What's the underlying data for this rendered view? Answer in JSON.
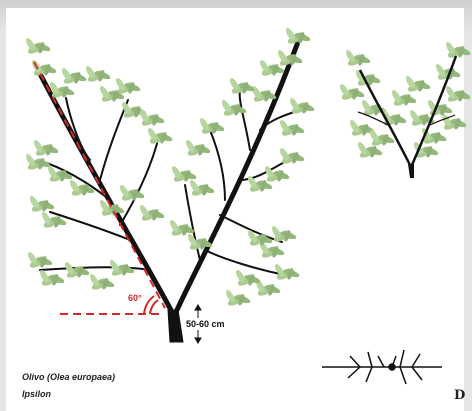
{
  "labels": {
    "angle": "60°",
    "trunk_height": "50-60 cm",
    "species": "Olivo (Olea europaea)",
    "form": "Ipsilon",
    "panel": "D"
  },
  "colors": {
    "foliage": "#a9c98f",
    "foliage_dark": "#7f9e6a",
    "wood": "#111111",
    "guide": "#d22a2a"
  }
}
